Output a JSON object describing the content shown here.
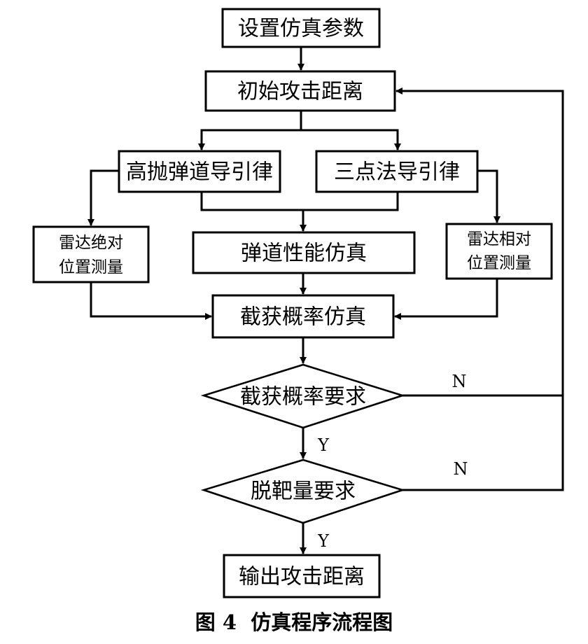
{
  "nodes": {
    "set_params": "设置仿真参数",
    "initial_distance": "初始攻击距离",
    "high_throw_guidance": "高抛弹道导引律",
    "three_point_guidance": "三点法导引律",
    "radar_absolute_line1": "雷达绝对",
    "radar_absolute_line2": "位置测量",
    "ballistic_sim": "弹道性能仿真",
    "radar_relative_line1": "雷达相对",
    "radar_relative_line2": "位置测量",
    "intercept_sim": "截获概率仿真",
    "intercept_req": "截获概率要求",
    "miss_req": "脱靶量要求",
    "output_distance": "输出攻击距离"
  },
  "edge_labels": {
    "intercept_no": "N",
    "intercept_yes": "Y",
    "miss_no": "N",
    "miss_yes": "Y"
  },
  "caption": "图 4  仿真程序流程图"
}
